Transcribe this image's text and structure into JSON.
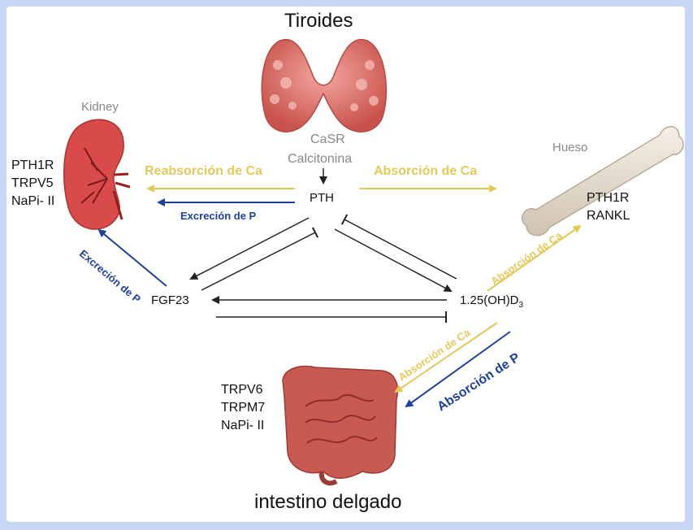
{
  "title_top": "Tiroides",
  "title_bottom": "intestino delgado",
  "thyroid": {
    "casr": "CaSR",
    "calcitonin": "Calcitonina"
  },
  "kidney": {
    "label": "Kidney",
    "receptors": [
      "PTH1R",
      "TRPV5",
      "NaPi- II"
    ]
  },
  "bone": {
    "label": "Hueso",
    "receptors": [
      "PTH1R",
      "RANKL"
    ]
  },
  "intestine": {
    "receptors": [
      "TRPV6",
      "TRPM7",
      "NaPi- II"
    ]
  },
  "nodes": {
    "pth": "PTH",
    "fgf23": "FGF23",
    "vitd_prefix": "1.25(OH)D",
    "vitd_sub": "3"
  },
  "arrows": {
    "reabsorption_ca": "Reabsorción de Ca",
    "excretion_p_top": "Excreción de P",
    "absorption_ca_bone_top": "Absorción de Ca",
    "excretion_p_kidney": "Excreción de P",
    "absorption_ca_bone": "Absorción de Ca",
    "absorption_ca_gut": "Absorción de Ca",
    "absorption_p_gut": "Absorción de P"
  },
  "colors": {
    "yellow": "#e3c95a",
    "blue": "#1f3f9e",
    "organ_red": "#d44a4a",
    "bone": "#e8dfd2"
  }
}
